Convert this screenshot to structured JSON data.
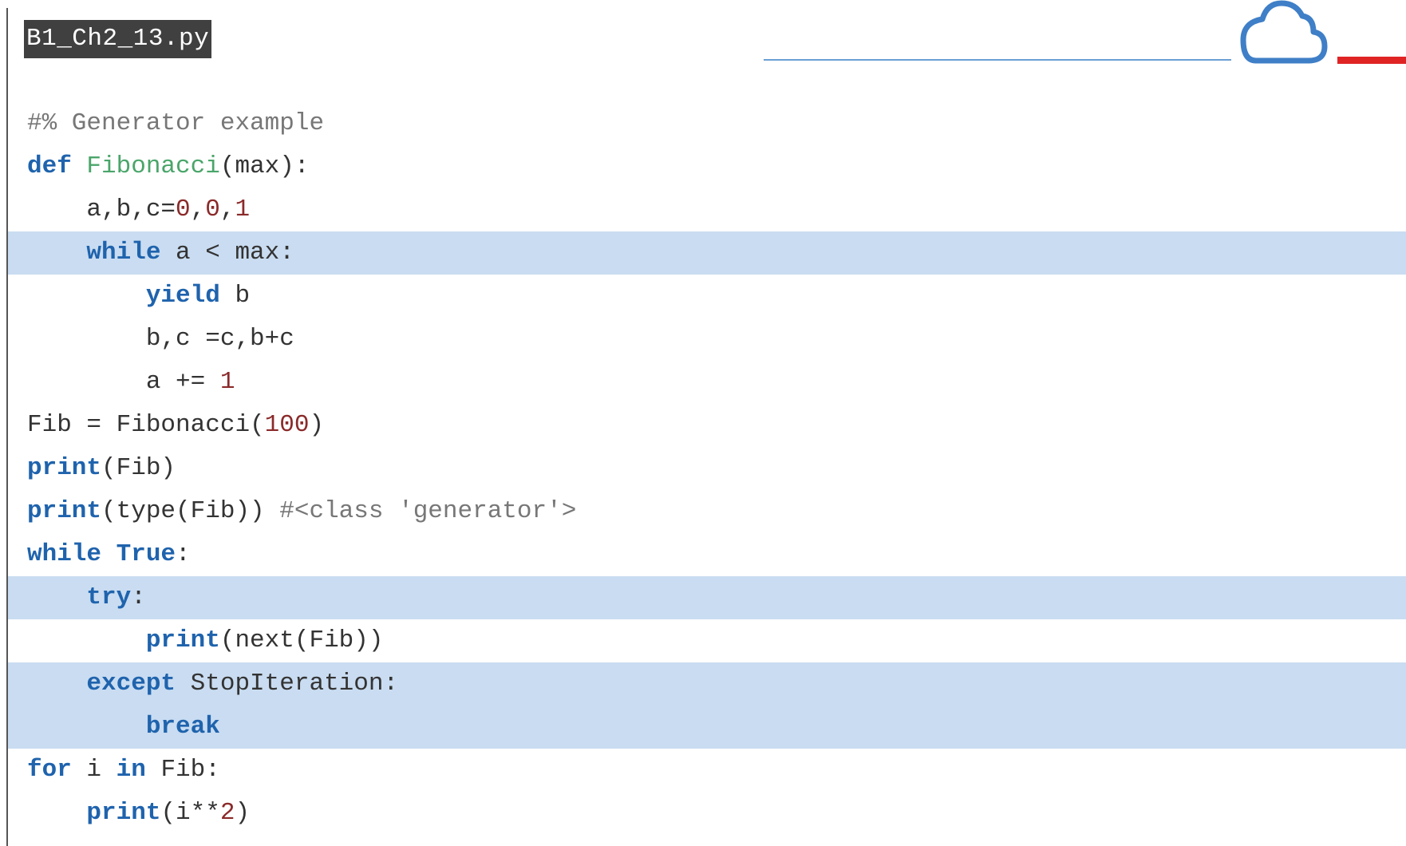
{
  "file": {
    "name": "B1_Ch2_13.py"
  },
  "icons": {
    "cloud": "cloud-icon",
    "accent_color": "#e02424",
    "line_color": "#6a9fd4",
    "highlight_color": "#c9dcf1"
  },
  "code": {
    "lines": [
      [
        {
          "t": "cm",
          "v": "#% Generator example"
        }
      ],
      [
        {
          "t": "kw",
          "v": "def"
        },
        {
          "t": "tx",
          "v": " "
        },
        {
          "t": "fn",
          "v": "Fibonacci"
        },
        {
          "t": "tx",
          "v": "(max):"
        }
      ],
      [
        {
          "t": "tx",
          "v": "    a,b,c="
        },
        {
          "t": "num",
          "v": "0"
        },
        {
          "t": "tx",
          "v": ","
        },
        {
          "t": "num",
          "v": "0"
        },
        {
          "t": "tx",
          "v": ","
        },
        {
          "t": "num",
          "v": "1"
        }
      ],
      [
        {
          "t": "tx",
          "v": "    "
        },
        {
          "t": "kw",
          "v": "while"
        },
        {
          "t": "tx",
          "v": " a < max:"
        }
      ],
      [
        {
          "t": "tx",
          "v": "        "
        },
        {
          "t": "kw",
          "v": "yield"
        },
        {
          "t": "tx",
          "v": " b"
        }
      ],
      [
        {
          "t": "tx",
          "v": "        b,c =c,b+c"
        }
      ],
      [
        {
          "t": "tx",
          "v": "        a += "
        },
        {
          "t": "num",
          "v": "1"
        }
      ],
      [
        {
          "t": "tx",
          "v": "Fib = Fibonacci("
        },
        {
          "t": "num",
          "v": "100"
        },
        {
          "t": "tx",
          "v": ")"
        }
      ],
      [
        {
          "t": "kw",
          "v": "print"
        },
        {
          "t": "tx",
          "v": "(Fib)"
        }
      ],
      [
        {
          "t": "kw",
          "v": "print"
        },
        {
          "t": "tx",
          "v": "(type(Fib)) "
        },
        {
          "t": "cm",
          "v": "#<class 'generator'>"
        }
      ],
      [
        {
          "t": "kw",
          "v": "while"
        },
        {
          "t": "tx",
          "v": " "
        },
        {
          "t": "kw",
          "v": "True"
        },
        {
          "t": "tx",
          "v": ":"
        }
      ],
      [
        {
          "t": "tx",
          "v": "    "
        },
        {
          "t": "kw",
          "v": "try"
        },
        {
          "t": "tx",
          "v": ":"
        }
      ],
      [
        {
          "t": "tx",
          "v": "        "
        },
        {
          "t": "kw",
          "v": "print"
        },
        {
          "t": "tx",
          "v": "(next(Fib))"
        }
      ],
      [
        {
          "t": "tx",
          "v": "    "
        },
        {
          "t": "kw",
          "v": "except"
        },
        {
          "t": "tx",
          "v": " StopIteration:"
        }
      ],
      [
        {
          "t": "tx",
          "v": "        "
        },
        {
          "t": "kw",
          "v": "break"
        }
      ],
      [
        {
          "t": "kw",
          "v": "for"
        },
        {
          "t": "tx",
          "v": " i "
        },
        {
          "t": "kw",
          "v": "in"
        },
        {
          "t": "tx",
          "v": " Fib:"
        }
      ],
      [
        {
          "t": "tx",
          "v": "    "
        },
        {
          "t": "kw",
          "v": "print"
        },
        {
          "t": "tx",
          "v": "(i**"
        },
        {
          "t": "num",
          "v": "2"
        },
        {
          "t": "tx",
          "v": ")"
        }
      ]
    ],
    "highlighted_lines": [
      3,
      11,
      13,
      14
    ]
  }
}
